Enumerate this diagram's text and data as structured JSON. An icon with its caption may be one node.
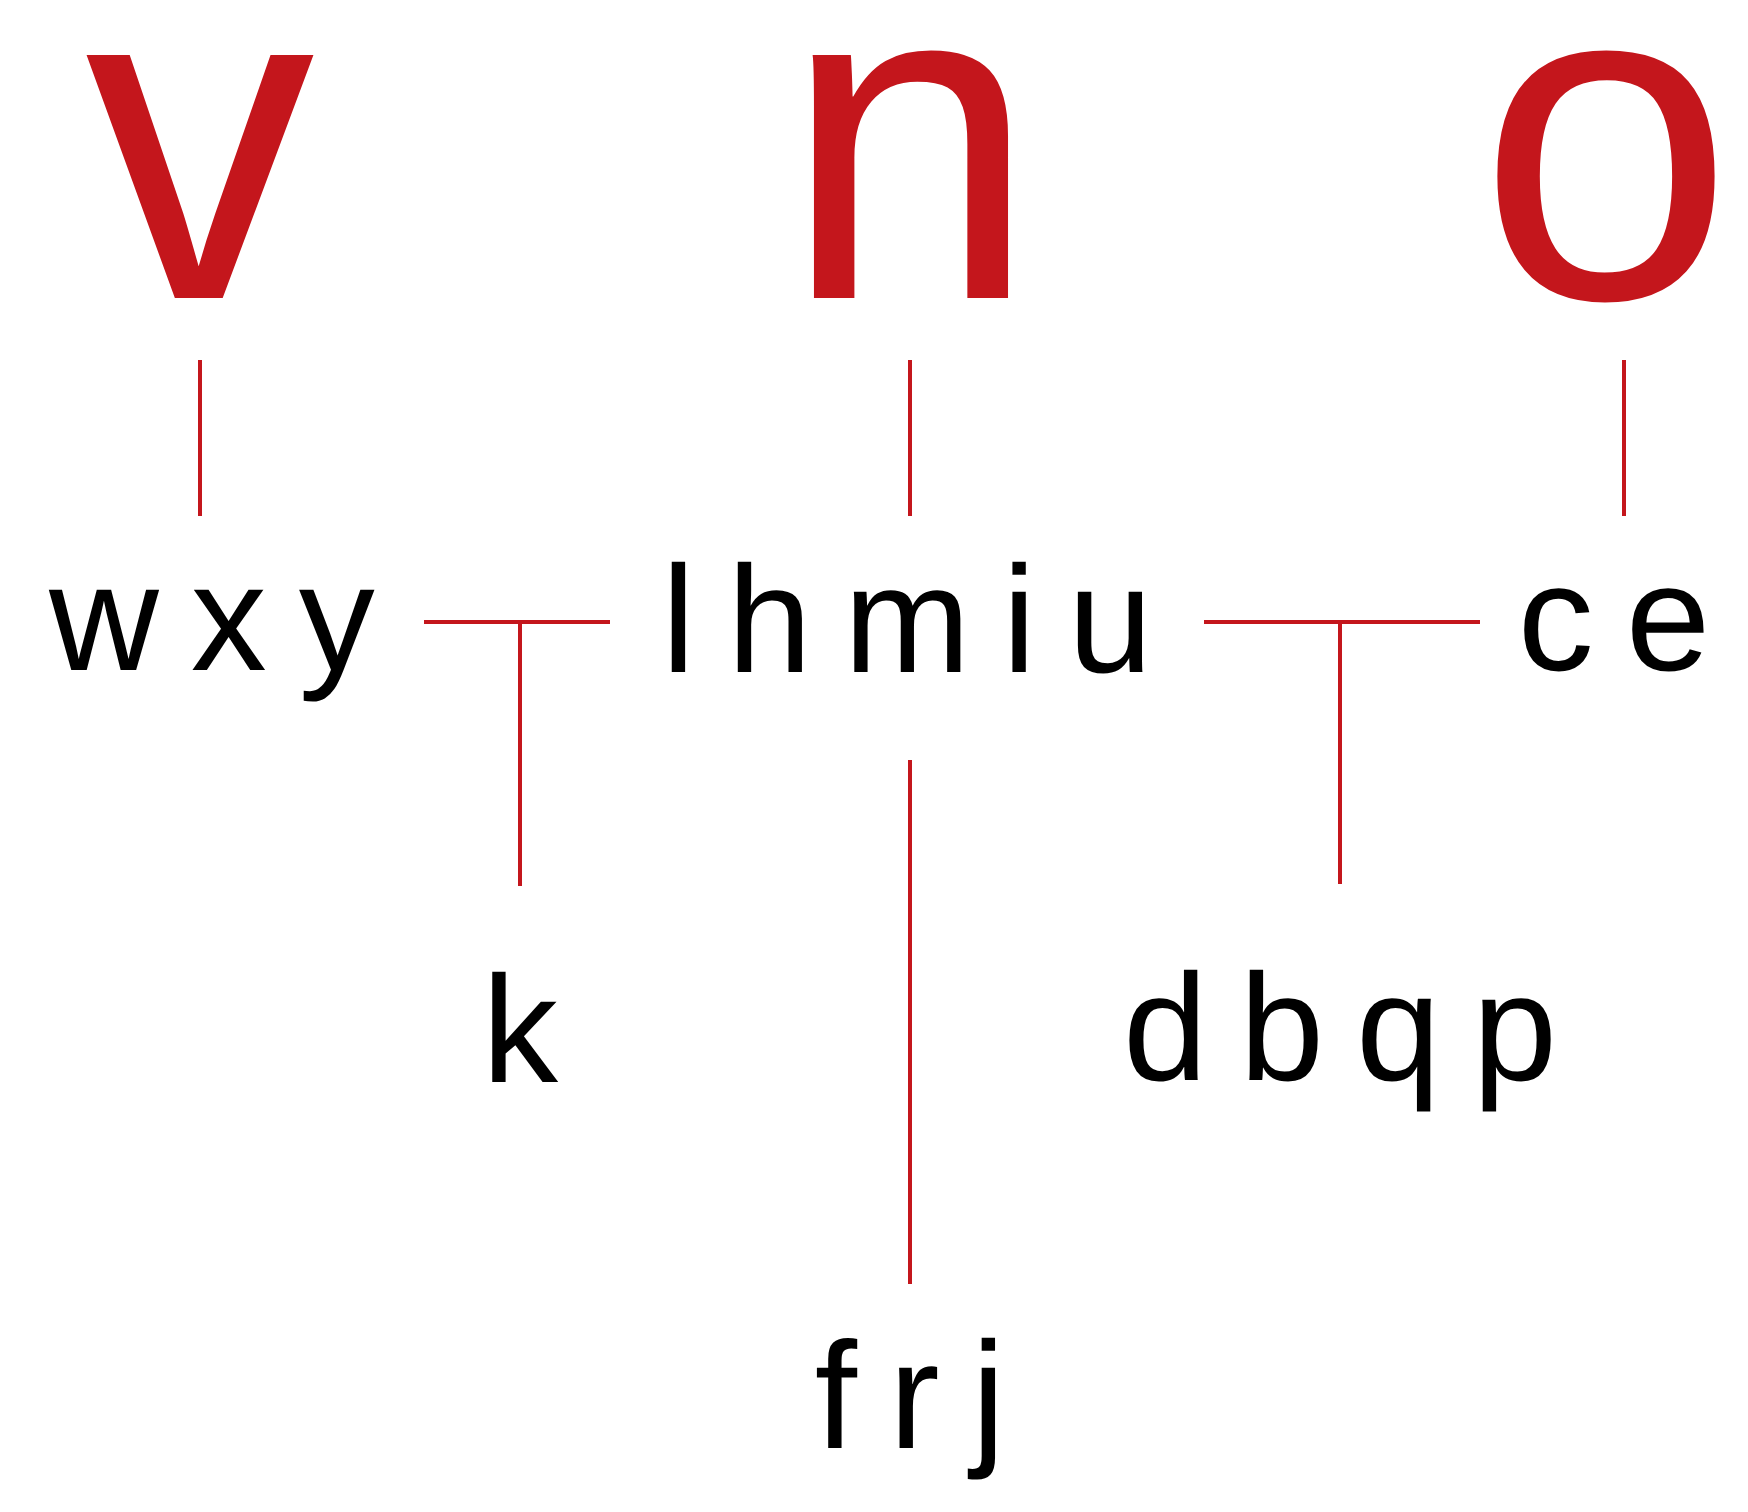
{
  "diagram": {
    "nodes": [
      {
        "text": [
          "v"
        ]
      },
      {
        "text": [
          "n"
        ]
      },
      {
        "text": [
          "o"
        ]
      },
      {
        "text": [
          "wxy"
        ]
      },
      {
        "text": [
          "lhmiu"
        ]
      },
      {
        "text": [
          "ce"
        ]
      },
      {
        "text": [
          "k"
        ]
      },
      {
        "text": [
          "dbqp"
        ]
      },
      {
        "text": [
          "frj"
        ]
      }
    ],
    "edges": [
      {
        "from": 0,
        "to": 3,
        "arrow": "none"
      },
      {
        "from": 1,
        "to": 4,
        "arrow": "none"
      },
      {
        "from": 2,
        "to": 5,
        "arrow": "none"
      },
      {
        "from": 3,
        "to": 4,
        "arrow": "none"
      },
      {
        "from": 3,
        "to": 6,
        "arrow": "none"
      },
      {
        "from": 4,
        "to": 6,
        "arrow": "none"
      },
      {
        "from": 4,
        "to": 5,
        "arrow": "none"
      },
      {
        "from": 4,
        "to": 7,
        "arrow": "none"
      },
      {
        "from": 5,
        "to": 7,
        "arrow": "none"
      },
      {
        "from": 4,
        "to": 8,
        "arrow": "none"
      }
    ]
  }
}
